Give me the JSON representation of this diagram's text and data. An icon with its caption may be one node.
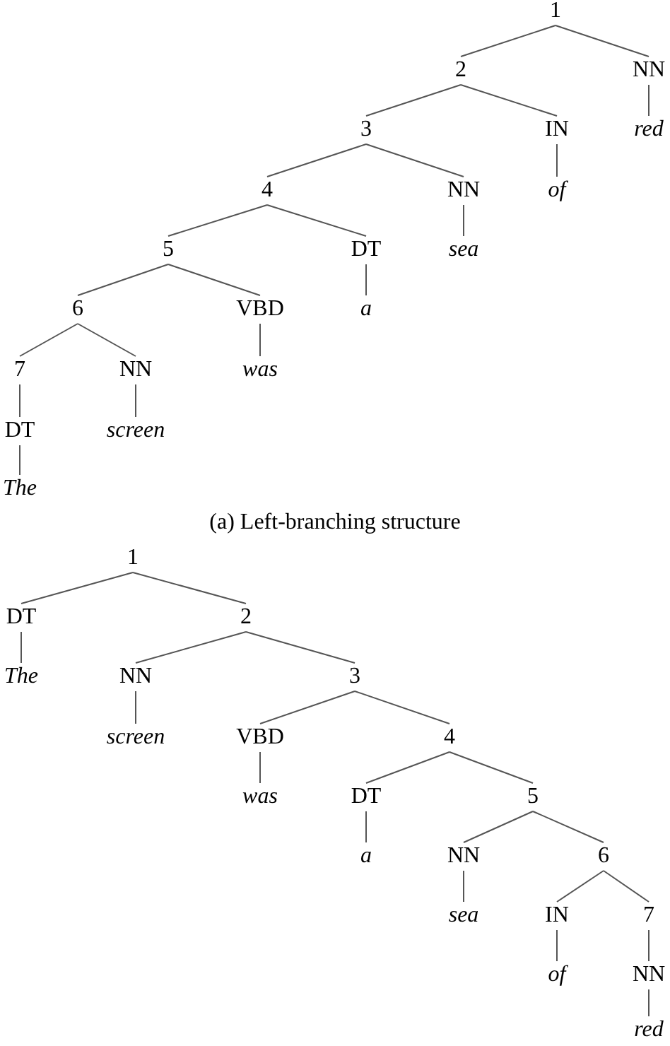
{
  "diagram": {
    "caption": "(a) Left-branching structure",
    "nodes": [
      {
        "text": [
          "1"
        ]
      },
      {
        "text": [
          "2"
        ]
      },
      {
        "text": [
          "NN"
        ]
      },
      {
        "text": [
          "3"
        ]
      },
      {
        "text": [
          "IN"
        ]
      },
      {
        "text": [
          "red"
        ]
      },
      {
        "text": [
          "4"
        ]
      },
      {
        "text": [
          "NN"
        ]
      },
      {
        "text": [
          "of"
        ]
      },
      {
        "text": [
          "5"
        ]
      },
      {
        "text": [
          "DT"
        ]
      },
      {
        "text": [
          "sea"
        ]
      },
      {
        "text": [
          "6"
        ]
      },
      {
        "text": [
          "VBD"
        ]
      },
      {
        "text": [
          "a"
        ]
      },
      {
        "text": [
          "7"
        ]
      },
      {
        "text": [
          "NN"
        ]
      },
      {
        "text": [
          "was"
        ]
      },
      {
        "text": [
          "DT"
        ]
      },
      {
        "text": [
          "screen"
        ]
      },
      {
        "text": [
          "The"
        ]
      },
      {
        "text": [
          "1"
        ]
      },
      {
        "text": [
          "DT"
        ]
      },
      {
        "text": [
          "2"
        ]
      },
      {
        "text": [
          "The"
        ]
      },
      {
        "text": [
          "NN"
        ]
      },
      {
        "text": [
          "3"
        ]
      },
      {
        "text": [
          "screen"
        ]
      },
      {
        "text": [
          "VBD"
        ]
      },
      {
        "text": [
          "4"
        ]
      },
      {
        "text": [
          "was"
        ]
      },
      {
        "text": [
          "DT"
        ]
      },
      {
        "text": [
          "5"
        ]
      },
      {
        "text": [
          "a"
        ]
      },
      {
        "text": [
          "NN"
        ]
      },
      {
        "text": [
          "6"
        ]
      },
      {
        "text": [
          "sea"
        ]
      },
      {
        "text": [
          "IN"
        ]
      },
      {
        "text": [
          "7"
        ]
      },
      {
        "text": [
          "of"
        ]
      },
      {
        "text": [
          "NN"
        ]
      },
      {
        "text": [
          "red"
        ]
      }
    ],
    "edges": [
      {
        "from": 0,
        "to": 1,
        "arrow": "none"
      },
      {
        "from": 0,
        "to": 2,
        "arrow": "none"
      },
      {
        "from": 2,
        "to": 5,
        "arrow": "none"
      },
      {
        "from": 1,
        "to": 3,
        "arrow": "none"
      },
      {
        "from": 1,
        "to": 4,
        "arrow": "none"
      },
      {
        "from": 4,
        "to": 8,
        "arrow": "none"
      },
      {
        "from": 3,
        "to": 6,
        "arrow": "none"
      },
      {
        "from": 3,
        "to": 7,
        "arrow": "none"
      },
      {
        "from": 7,
        "to": 11,
        "arrow": "none"
      },
      {
        "from": 6,
        "to": 9,
        "arrow": "none"
      },
      {
        "from": 6,
        "to": 10,
        "arrow": "none"
      },
      {
        "from": 10,
        "to": 14,
        "arrow": "none"
      },
      {
        "from": 9,
        "to": 12,
        "arrow": "none"
      },
      {
        "from": 9,
        "to": 13,
        "arrow": "none"
      },
      {
        "from": 13,
        "to": 17,
        "arrow": "none"
      },
      {
        "from": 12,
        "to": 15,
        "arrow": "none"
      },
      {
        "from": 12,
        "to": 16,
        "arrow": "none"
      },
      {
        "from": 16,
        "to": 19,
        "arrow": "none"
      },
      {
        "from": 15,
        "to": 18,
        "arrow": "none"
      },
      {
        "from": 18,
        "to": 20,
        "arrow": "none"
      },
      {
        "from": 21,
        "to": 22,
        "arrow": "none"
      },
      {
        "from": 21,
        "to": 23,
        "arrow": "none"
      },
      {
        "from": 22,
        "to": 24,
        "arrow": "none"
      },
      {
        "from": 23,
        "to": 25,
        "arrow": "none"
      },
      {
        "from": 23,
        "to": 26,
        "arrow": "none"
      },
      {
        "from": 25,
        "to": 27,
        "arrow": "none"
      },
      {
        "from": 26,
        "to": 28,
        "arrow": "none"
      },
      {
        "from": 26,
        "to": 29,
        "arrow": "none"
      },
      {
        "from": 28,
        "to": 30,
        "arrow": "none"
      },
      {
        "from": 29,
        "to": 31,
        "arrow": "none"
      },
      {
        "from": 29,
        "to": 32,
        "arrow": "none"
      },
      {
        "from": 31,
        "to": 33,
        "arrow": "none"
      },
      {
        "from": 32,
        "to": 34,
        "arrow": "none"
      },
      {
        "from": 32,
        "to": 35,
        "arrow": "none"
      },
      {
        "from": 34,
        "to": 36,
        "arrow": "none"
      },
      {
        "from": 35,
        "to": 37,
        "arrow": "none"
      },
      {
        "from": 35,
        "to": 38,
        "arrow": "none"
      },
      {
        "from": 37,
        "to": 39,
        "arrow": "none"
      },
      {
        "from": 38,
        "to": 40,
        "arrow": "none"
      },
      {
        "from": 40,
        "to": 41,
        "arrow": "none"
      }
    ]
  }
}
